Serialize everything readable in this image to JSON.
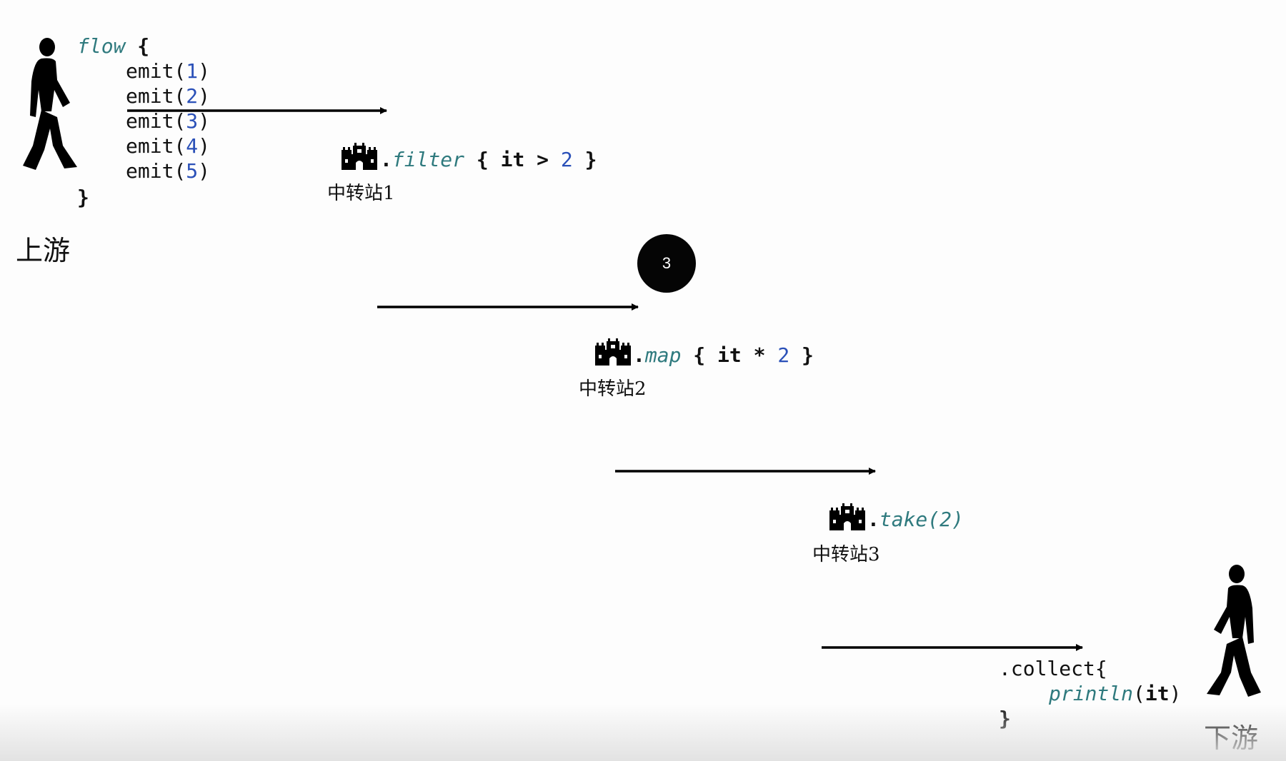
{
  "upstream": {
    "label": "上游",
    "code": {
      "open_kw": "flow",
      "open_brace": " {",
      "emits": [
        {
          "fn": "emit(",
          "arg": "1",
          "close": ")"
        },
        {
          "fn": "emit(",
          "arg": "2",
          "close": ")"
        },
        {
          "fn": "emit(",
          "arg": "3",
          "close": ")"
        },
        {
          "fn": "emit(",
          "arg": "4",
          "close": ")"
        },
        {
          "fn": "emit(",
          "arg": "5",
          "close": ")"
        }
      ],
      "close_brace": "}"
    }
  },
  "stations": [
    {
      "label": "中转站1",
      "dot": ".",
      "op": "filter",
      "pre": " { ",
      "it": "it",
      "sym": " > ",
      "num": "2",
      "post": " }"
    },
    {
      "label": "中转站2",
      "dot": ".",
      "op": "map",
      "pre": " { ",
      "it": "it",
      "sym": " * ",
      "num": "2",
      "post": " }"
    },
    {
      "label": "中转站3",
      "dot": ".",
      "op": "take(2)"
    }
  ],
  "token": {
    "value": "3"
  },
  "downstream": {
    "label": "下游",
    "code": {
      "line1": ".collect{",
      "fn": "println",
      "open_paren": "(",
      "arg": "it",
      "close_paren": ")",
      "close_brace": "}"
    }
  },
  "icons": {
    "walker_up": "person-walking-icon",
    "walker_down": "person-walking-icon",
    "station": "castle-icon"
  },
  "colors": {
    "keyword": "#2f7a7e",
    "number": "#2a50b8",
    "ink": "#111111"
  }
}
